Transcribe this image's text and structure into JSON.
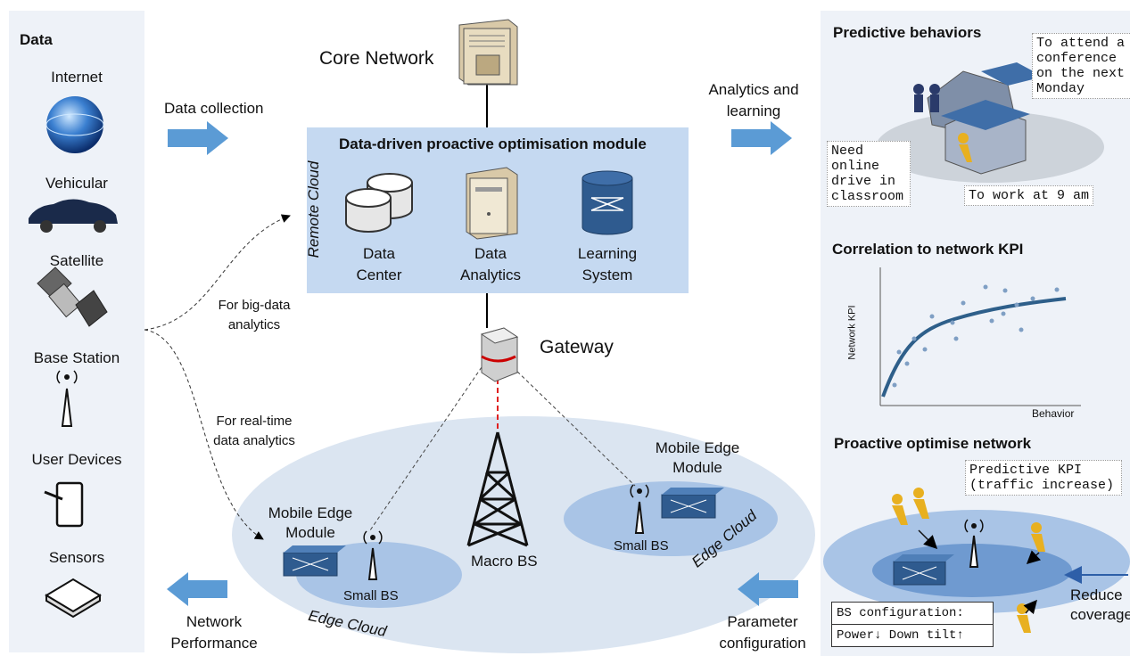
{
  "left_panel": {
    "title": "Data",
    "items": [
      "Internet",
      "Vehicular",
      "Satellite",
      "Base Station",
      "User Devices",
      "Sensors"
    ]
  },
  "arrows": {
    "data_collection": "Data collection",
    "analytics_learning": [
      "Analytics and",
      "learning"
    ],
    "big_data": [
      "For big-data",
      "analytics"
    ],
    "real_time": [
      "For real-time",
      "data analytics"
    ],
    "network_performance": [
      "Network",
      "Performance"
    ],
    "parameter_configuration": [
      "Parameter",
      "configuration"
    ]
  },
  "core": {
    "core_network": "Core Network",
    "module_title": "Data-driven proactive optimisation module",
    "remote_cloud": "Remote Cloud",
    "data_center": [
      "Data",
      "Center"
    ],
    "data_analytics": [
      "Data",
      "Analytics"
    ],
    "learning_system": [
      "Learning",
      "System"
    ],
    "gateway": "Gateway"
  },
  "edge": {
    "mobile_edge_left": [
      "Mobile Edge",
      "Module"
    ],
    "mobile_edge_right": [
      "Mobile Edge",
      "Module"
    ],
    "small_bs_left": "Small BS",
    "small_bs_right": "Small BS",
    "macro_bs": "Macro BS",
    "edge_cloud_left": "Edge Cloud",
    "edge_cloud_right": "Edge Cloud"
  },
  "right_panel": {
    "predictive_title": "Predictive behaviors",
    "callout_conference": [
      "To attend a",
      "conference",
      "on the next",
      "Monday"
    ],
    "callout_online": [
      "Need",
      "online",
      "drive in",
      "classroom"
    ],
    "callout_work": "To work at 9 am",
    "correlation_title": "Correlation to network KPI",
    "ylabel": "Network KPI",
    "xlabel": "Behavior",
    "proactive_title": "Proactive optimise network",
    "callout_predictive": [
      "Predictive KPI",
      "(traffic increase)"
    ],
    "reduce_coverage": [
      "Reduce",
      "coverage"
    ],
    "bs_config_title": "BS configuration:",
    "bs_config_power": "Power↓  Down tilt↑"
  },
  "colors": {
    "panel": "#eef2f8",
    "arrow_blue": "#5b9bd5",
    "module_fill": "#c5d9f1",
    "cloud_outer": "#dbe5f1",
    "cloud_inner": "#a9c4e6",
    "curve": "#2e5f8a",
    "dot": "#7f9fc4"
  }
}
